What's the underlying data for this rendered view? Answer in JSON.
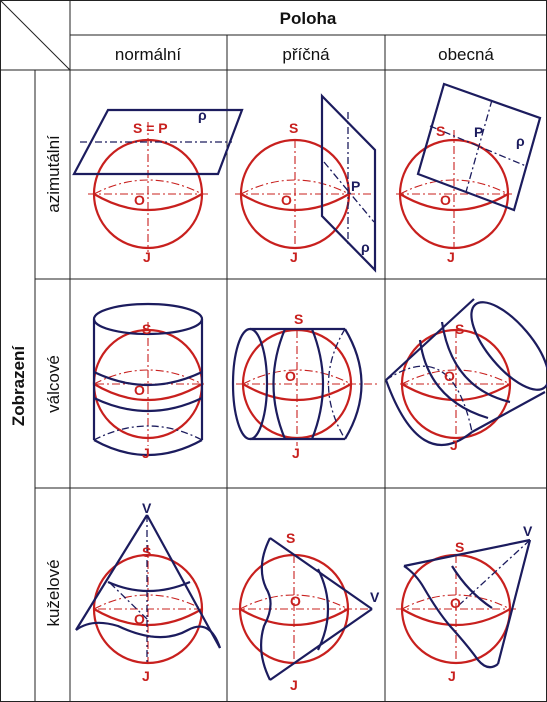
{
  "header": {
    "group_label": "Poloha",
    "columns": [
      "normální",
      "příčná",
      "obecná"
    ]
  },
  "side": {
    "group_label": "Zobrazení",
    "rows": [
      "azimutální",
      "válcové",
      "kuželové"
    ]
  },
  "point_labels": {
    "north": "S",
    "south": "J",
    "center": "O",
    "apex": "V",
    "point": "P",
    "plane": "ρ",
    "north_equals_p": "S = P"
  },
  "colors": {
    "sphere": "#c8201e",
    "projection_surface": "#1c1c5e",
    "grid": "#222222"
  }
}
